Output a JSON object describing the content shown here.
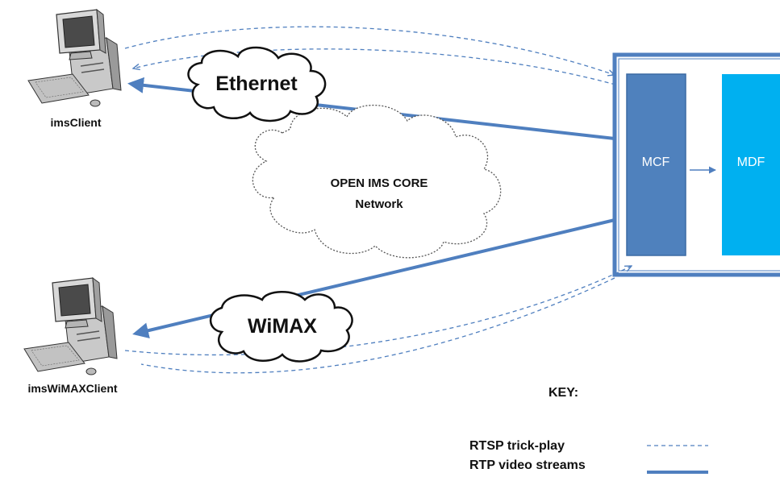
{
  "clients": {
    "top": {
      "label": "imsClient"
    },
    "bottom": {
      "label": "imsWiMAXClient"
    }
  },
  "clouds": {
    "ethernet": "Ethernet",
    "wimax": "WiMAX",
    "core_line1": "OPEN IMS CORE",
    "core_line2": "Network"
  },
  "server": {
    "mcf": "MCF",
    "mdf": "MDF"
  },
  "key": {
    "title": "KEY:",
    "rtsp": "RTSP trick-play",
    "rtp": "RTP  video streams"
  },
  "colors": {
    "stream": "#4f7fbf",
    "mcf_fill": "#4f81bd",
    "mdf_fill": "#00b0f0",
    "server_border": "#4f7fbf"
  }
}
